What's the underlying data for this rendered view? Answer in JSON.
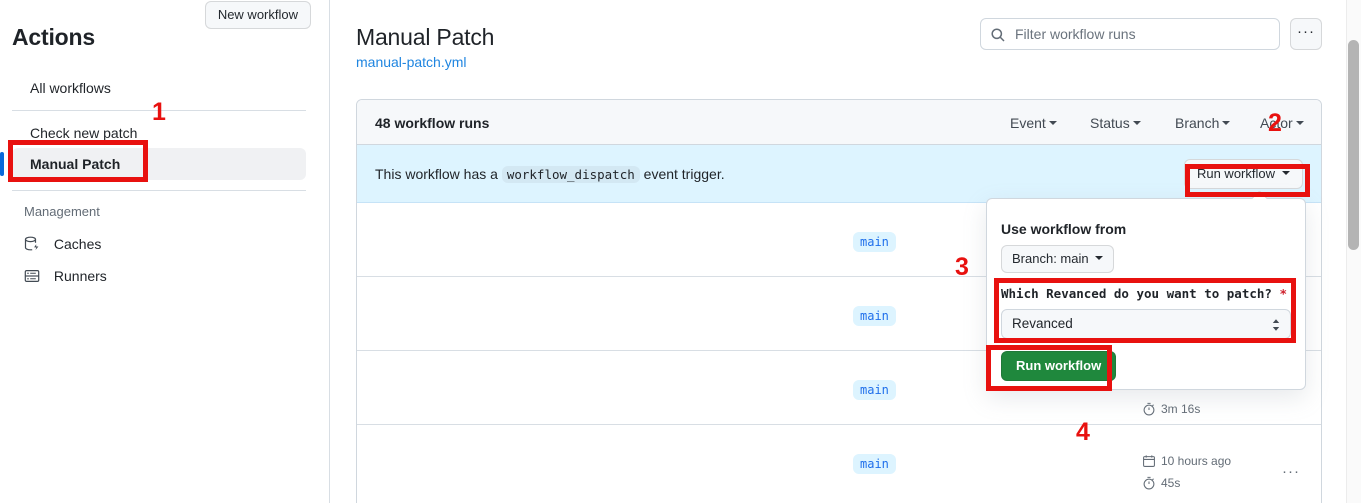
{
  "sidebar": {
    "title": "Actions",
    "new_workflow_label": "New workflow",
    "all_workflows_label": "All workflows",
    "workflows": [
      {
        "label": "Check new patch",
        "selected": false
      },
      {
        "label": "Manual Patch",
        "selected": true
      }
    ],
    "management_label": "Management",
    "management_items": [
      {
        "label": "Caches",
        "icon": "cache-icon"
      },
      {
        "label": "Runners",
        "icon": "server-icon"
      }
    ]
  },
  "header": {
    "workflow_title": "Manual Patch",
    "workflow_file": "manual-patch.yml",
    "search_placeholder": "Filter workflow runs",
    "search_value": "",
    "search_icon": "search-icon",
    "kebab_label": "···",
    "kebab_icon": "kebab-horizontal-icon"
  },
  "runs": {
    "count_label": "48 workflow runs",
    "filters": [
      {
        "label": "Event"
      },
      {
        "label": "Status"
      },
      {
        "label": "Branch"
      },
      {
        "label": "Actor"
      }
    ],
    "dispatch_banner": {
      "text_before": "This workflow has a",
      "code": "workflow_dispatch",
      "text_after": "event trigger.",
      "run_button_label": "Run workflow"
    },
    "rows": [
      {
        "branch": "main",
        "date": "",
        "duration": "",
        "kebab": ""
      },
      {
        "branch": "main",
        "date": "",
        "duration": "",
        "kebab": ""
      },
      {
        "branch": "main",
        "date": "",
        "duration": "3m 16s",
        "kebab": ""
      },
      {
        "branch": "main",
        "date": "10 hours ago",
        "duration": "45s",
        "kebab": "···"
      }
    ]
  },
  "popover": {
    "use_workflow_from_label": "Use workflow from",
    "branch_select_label": "Branch: main",
    "input_label": "Which Revanced do you want to patch?",
    "required_marker": "*",
    "select_value": "Revanced",
    "submit_label": "Run workflow"
  },
  "annotations": [
    {
      "number": "1"
    },
    {
      "number": "2"
    },
    {
      "number": "3"
    },
    {
      "number": "4"
    }
  ],
  "colors": {
    "accent_blue": "#0969da",
    "link_blue": "#1f85e0",
    "green_button": "#1f883d",
    "annotation_red": "#e8110f",
    "banner_blue": "#ddf4ff",
    "loading_orange": "#ff7b58"
  }
}
